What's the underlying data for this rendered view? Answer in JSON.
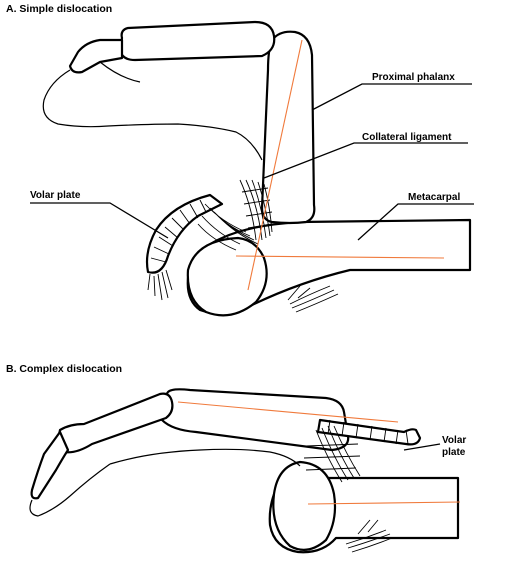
{
  "panels": [
    {
      "title": "A. Simple dislocation",
      "labels": {
        "proximal_phalanx": "Proximal phalanx",
        "collateral_ligament": "Collateral ligament",
        "volar_plate": "Volar plate",
        "metacarpal": "Metacarpal"
      }
    },
    {
      "title": "B. Complex dislocation",
      "labels": {
        "volar_plate_line1": "Volar",
        "volar_plate_line2": "plate"
      }
    }
  ],
  "colors": {
    "outline": "#000000",
    "axis_line": "#f07a3c",
    "background": "#ffffff"
  }
}
